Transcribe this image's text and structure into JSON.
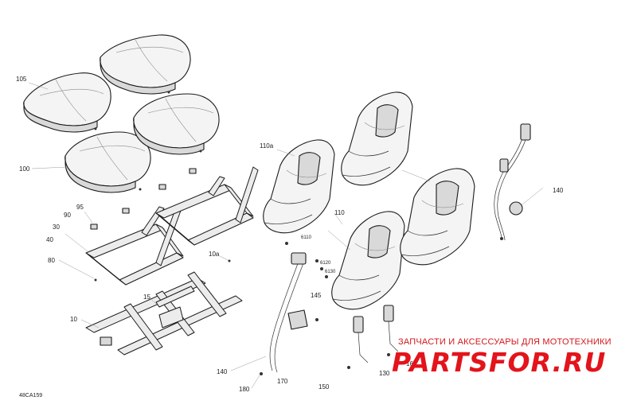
{
  "diagram": {
    "code": "48CA159",
    "callouts": {
      "c105": "105",
      "c100": "100",
      "c95": "95",
      "c90": "90",
      "c30": "30",
      "c40": "40",
      "c80": "80",
      "c10a": "10a",
      "c15": "15",
      "c10": "10",
      "c110a": "110a",
      "c110": "110",
      "c6110": "6110",
      "c6120": "6120",
      "c6130": "6130",
      "c145": "145",
      "c140_right": "140",
      "c140_left": "140",
      "c130": "130",
      "c160": "160",
      "c150": "150",
      "c170": "170",
      "c180": "180"
    }
  },
  "watermark": {
    "tagline": "ЗАПЧАСТИ И АКСЕССУАРЫ ДЛЯ МОТОТЕХНИКИ",
    "logo": "PARTSFOR.RU",
    "color": "#e3141b"
  }
}
